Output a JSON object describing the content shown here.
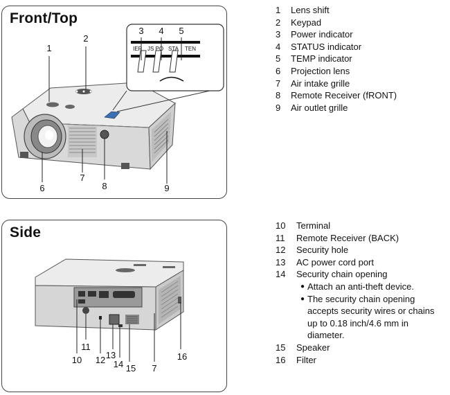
{
  "front": {
    "title": "Front/Top",
    "callouts": [
      "1",
      "2",
      "3",
      "4",
      "5",
      "6",
      "7",
      "8",
      "9"
    ],
    "indicator_labels": [
      "IER",
      "JS PO",
      "STA",
      "TEN"
    ],
    "legend": [
      {
        "num": "1",
        "text": "Lens shift"
      },
      {
        "num": "2",
        "text": "Keypad"
      },
      {
        "num": "3",
        "text": "Power indicator"
      },
      {
        "num": "4",
        "text": "STATUS indicator"
      },
      {
        "num": "5",
        "text": "TEMP indicator"
      },
      {
        "num": "6",
        "text": "Projection lens"
      },
      {
        "num": "7",
        "text": "Air intake grille"
      },
      {
        "num": "8",
        "text": "Remote Receiver (fRONT)"
      },
      {
        "num": "9",
        "text": "Air outlet grille"
      }
    ]
  },
  "side": {
    "title": "Side",
    "callouts": [
      "10",
      "11",
      "12",
      "13",
      "14",
      "15",
      "7",
      "16"
    ],
    "legend": [
      {
        "num": "10",
        "text": "Terminal"
      },
      {
        "num": "11",
        "text": "Remote Receiver (BACK)"
      },
      {
        "num": "12",
        "text": "Security hole"
      },
      {
        "num": "13",
        "text": "AC power cord port"
      },
      {
        "num": "14",
        "text": "Security chain opening"
      }
    ],
    "notes": [
      {
        "lines": [
          "Attach an anti-theft device."
        ]
      },
      {
        "lines": [
          "The security chain opening",
          "accepts  security wires or chains",
          "up to 0.18 inch/4.6 mm in",
          "diameter."
        ]
      }
    ],
    "legend_after": [
      {
        "num": "15",
        "text": "Speaker"
      },
      {
        "num": "16",
        "text": "Filter"
      }
    ]
  }
}
